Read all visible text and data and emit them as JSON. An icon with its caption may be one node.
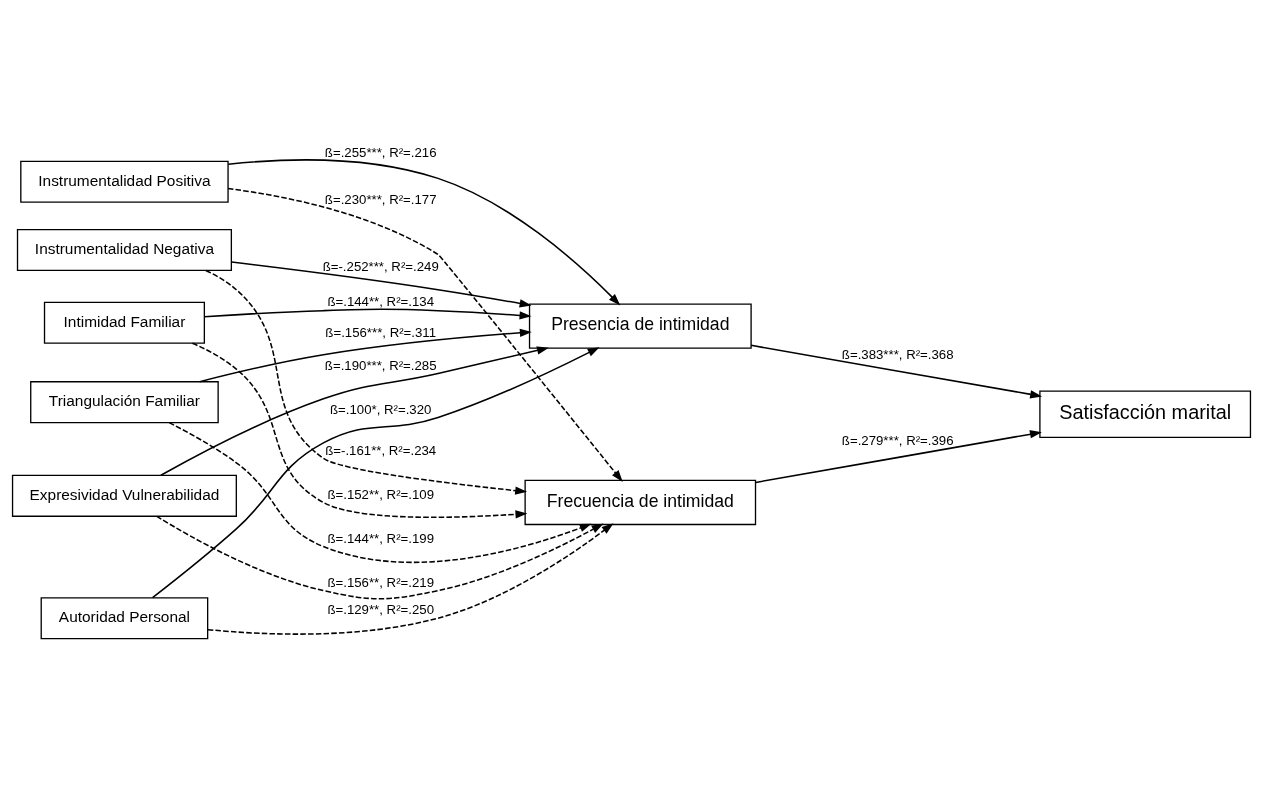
{
  "diagram": {
    "nodes": [
      {
        "text": [
          "Instrumentalidad Positiva"
        ]
      },
      {
        "text": [
          "Instrumentalidad Negativa"
        ]
      },
      {
        "text": [
          "Expresividad Vulnerabilidad"
        ]
      },
      {
        "text": [
          "Triangulación Familiar"
        ]
      },
      {
        "text": [
          "Intimidad Familiar"
        ]
      },
      {
        "text": [
          "Autoridad Personal"
        ]
      },
      {
        "text": [
          "Presencia de intimidad"
        ]
      },
      {
        "text": [
          "Frecuencia de intimidad"
        ]
      },
      {
        "text": [
          "Satisfacción marital"
        ]
      }
    ],
    "edges": [
      {
        "from": 0,
        "to": 6,
        "arrow": "to",
        "label": "ß=.255***, R²=.216"
      },
      {
        "from": 0,
        "to": 7,
        "arrow": "to",
        "label": "ß=.230***, R²=.177",
        "style": "dashed"
      },
      {
        "from": 1,
        "to": 6,
        "arrow": "to",
        "label": "ß=-.252***, R²=.249"
      },
      {
        "from": 1,
        "to": 7,
        "arrow": "to",
        "label": "ß=-.161**, R²=.234",
        "style": "dashed"
      },
      {
        "from": 2,
        "to": 6,
        "arrow": "to",
        "label": "ß=.190***, R²=.285"
      },
      {
        "from": 2,
        "to": 7,
        "arrow": "to",
        "label": "ß=.156**, R²=.219",
        "style": "dashed"
      },
      {
        "from": 3,
        "to": 6,
        "arrow": "to",
        "label": "ß=.156***, R²=.311"
      },
      {
        "from": 3,
        "to": 7,
        "arrow": "to",
        "label": "ß=.144**, R²=.199",
        "style": "dashed"
      },
      {
        "from": 4,
        "to": 6,
        "arrow": "to",
        "label": "ß=.144**, R²=.134"
      },
      {
        "from": 4,
        "to": 7,
        "arrow": "to",
        "label": "ß=.152**, R²=.109",
        "style": "dashed"
      },
      {
        "from": 5,
        "to": 6,
        "arrow": "to",
        "label": "ß=.100*, R²=.320"
      },
      {
        "from": 5,
        "to": 7,
        "arrow": "to",
        "label": "ß=.129**, R²=.250",
        "style": "dashed"
      },
      {
        "from": 6,
        "to": 8,
        "arrow": "to",
        "label": "ß=.383***, R²=.368"
      },
      {
        "from": 7,
        "to": 8,
        "arrow": "to",
        "label": "ß=.279***, R²=.396"
      }
    ]
  }
}
